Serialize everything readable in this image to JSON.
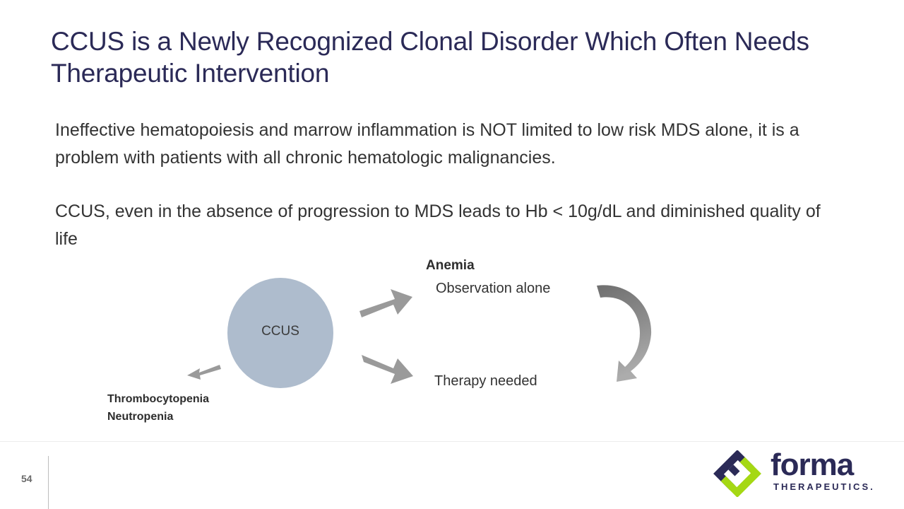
{
  "slide": {
    "title": "CCUS is a Newly Recognized Clonal Disorder Which Often Needs Therapeutic Intervention",
    "title_color": "#2b2a57",
    "background_color": "#ffffff",
    "page_number": "54"
  },
  "body": {
    "paragraph_1": "Ineffective hematopoiesis and marrow inflammation is NOT limited to low risk MDS alone, it is a problem with patients with all chronic hematologic malignancies.",
    "paragraph_2": "CCUS, even in the absence of progression to MDS leads to Hb < 10g/dL and diminished quality of life"
  },
  "diagram": {
    "center_node_label": "CCUS",
    "center_node_color": "#aebccd",
    "arrow_color": "#9a9a9a",
    "curved_arrow_color_dark": "#6f6f6f",
    "curved_arrow_color_light": "#a6a6a6",
    "labels": {
      "anemia": "Anemia",
      "observation": "Observation alone",
      "therapy": "Therapy needed",
      "cytopenia_line1": "Thrombocytopenia",
      "cytopenia_line2": "Neutropenia"
    }
  },
  "logo": {
    "wordmark": "forma",
    "tagline": "THERAPEUTICS.",
    "navy": "#2b2a57",
    "green": "#a5d814"
  }
}
